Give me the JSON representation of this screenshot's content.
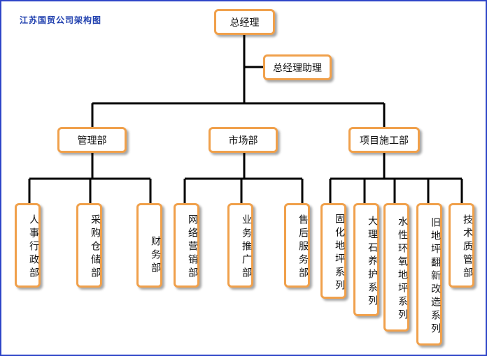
{
  "title": "江苏国贸公司架构图",
  "colors": {
    "border": "#2f45c8",
    "box_border": "#f0a04b",
    "line": "#000000",
    "title": "#1f3fae"
  },
  "gm": "总经理",
  "assistant": "总经理助理",
  "departments": {
    "management": "管理部",
    "market": "市场部",
    "construction": "项目施工部"
  },
  "units": {
    "hr_admin": "人事行政部",
    "purchasing": "采购仓储部",
    "finance": "财务部",
    "network_sales": "网络营销部",
    "business_promo": "业务推广部",
    "after_sales": "售后服务部",
    "curing_floor": "固化地坪系列",
    "marble_care": "大理石养护系列",
    "epoxy_floor": "水性环氧地坪系列",
    "floor_renovation": "旧地坪翻新改造系列",
    "tech_quality": "技术质管部"
  }
}
